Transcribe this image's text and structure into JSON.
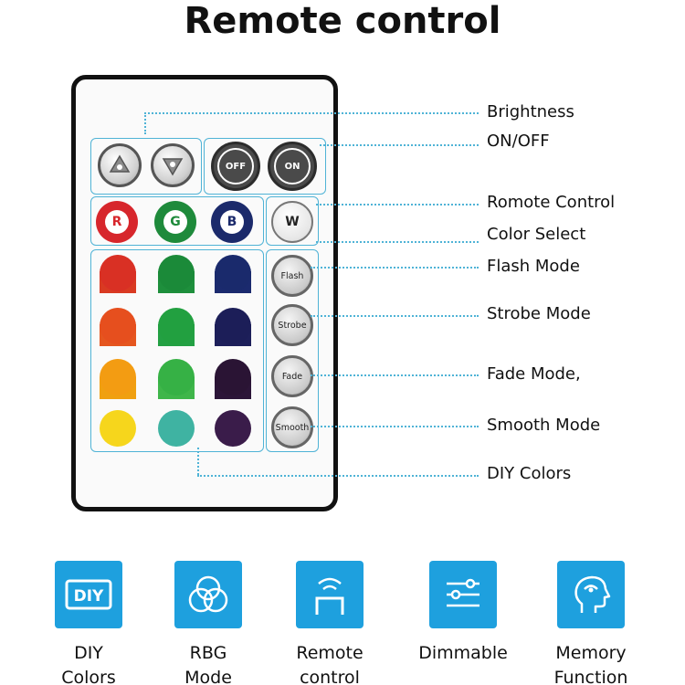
{
  "title": "Remote control",
  "remote": {
    "off_label": "OFF",
    "on_label": "ON",
    "r_label": "R",
    "g_label": "G",
    "b_label": "B",
    "w_label": "W",
    "flash_label": "Flash",
    "strobe_label": "Strobe",
    "fade_label": "Fade",
    "smooth_label": "Smooth"
  },
  "callouts": {
    "brightness": "Brightness",
    "on_off": "ON/OFF",
    "remote_control": "Romote Control",
    "color_select": "Color Select",
    "flash_mode": "Flash Mode",
    "strobe_mode": "Strobe Mode",
    "fade_mode": "Fade Mode,",
    "smooth_mode": "Smooth Mode",
    "diy_colors": "DIY Colors"
  },
  "features": [
    {
      "icon": "diy-icon",
      "icon_text": "DIY",
      "line1": "DIY",
      "line2": "Colors"
    },
    {
      "icon": "rgb-circles-icon",
      "line1": "RBG",
      "line2": "Mode"
    },
    {
      "icon": "remote-signal-icon",
      "line1": "Remote",
      "line2": "control"
    },
    {
      "icon": "sliders-icon",
      "line1": "Dimmable",
      "line2": ""
    },
    {
      "icon": "head-memory-icon",
      "line1": "Memory",
      "line2": "Function"
    }
  ],
  "colors": {
    "accent": "#1ea0de",
    "leader": "#4fb3d6",
    "red": "#d7262c",
    "green": "#1e8a3b",
    "blue": "#1b2a6b"
  }
}
